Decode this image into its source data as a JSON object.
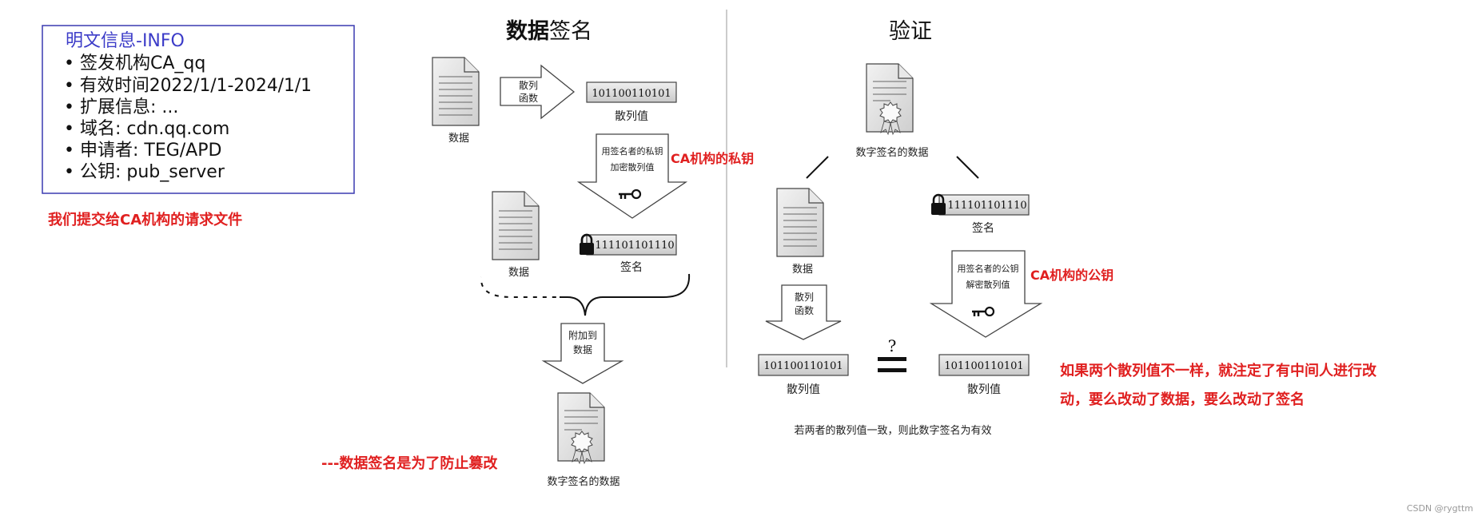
{
  "info_box": {
    "title": "明文信息-INFO",
    "items": [
      "• 签发机构CA_qq",
      "• 有效时间2022/1/1-2024/1/1",
      "• 扩展信息: ...",
      "• 域名: cdn.qq.com",
      "• 申请者: TEG/APD",
      "• 公钥: pub_server"
    ]
  },
  "notes": {
    "request_file": "我们提交给CA机构的请求文件",
    "ca_private_key": "CA机构的私钥",
    "ca_public_key": "CA机构的公钥",
    "mismatch_line1": "如果两个散列值不一样，就注定了有中间人进行改",
    "mismatch_line2": "动，要么改动了数据，要么改动了签名",
    "purpose": "---数据签名是为了防止篡改"
  },
  "signing": {
    "title_part1": "数据",
    "title_part2": "签名",
    "doc_label": "数据",
    "hash_arrow_line1": "散列",
    "hash_arrow_line2": "函数",
    "hash_value": "101100110101",
    "hash_label": "散列值",
    "encrypt_line1": "用签名者的私钥",
    "encrypt_line2": "加密散列值",
    "doc2_label": "数据",
    "signature_value": "111101101110",
    "signature_label": "签名",
    "attach_line1": "附加到",
    "attach_line2": "数据",
    "signed_doc_label": "数字签名的数据"
  },
  "verify": {
    "title": "验证",
    "signed_doc_label": "数字签名的数据",
    "doc_label": "数据",
    "signature_value": "111101101110",
    "signature_label": "签名",
    "hash_arrow_line1": "散列",
    "hash_arrow_line2": "函数",
    "decrypt_line1": "用签名者的公钥",
    "decrypt_line2": "解密散列值",
    "question_mark": "?",
    "hash_left": "101100110101",
    "hash_left_label": "散列值",
    "hash_right": "101100110101",
    "hash_right_label": "散列值",
    "conclusion": "若两者的散列值一致，则此数字签名为有效"
  },
  "watermark": "CSDN @rygttm"
}
